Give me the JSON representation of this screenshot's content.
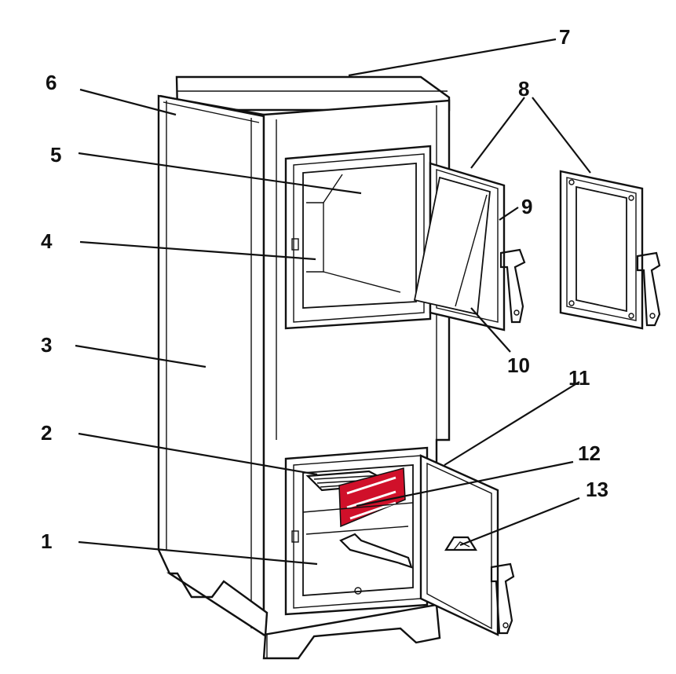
{
  "labels": [
    "1",
    "2",
    "3",
    "4",
    "5",
    "6",
    "7",
    "8",
    "9",
    "10",
    "11",
    "12",
    "13"
  ],
  "colors": {
    "line": "#111111",
    "highlight": "#d0102a",
    "background": "#ffffff"
  }
}
